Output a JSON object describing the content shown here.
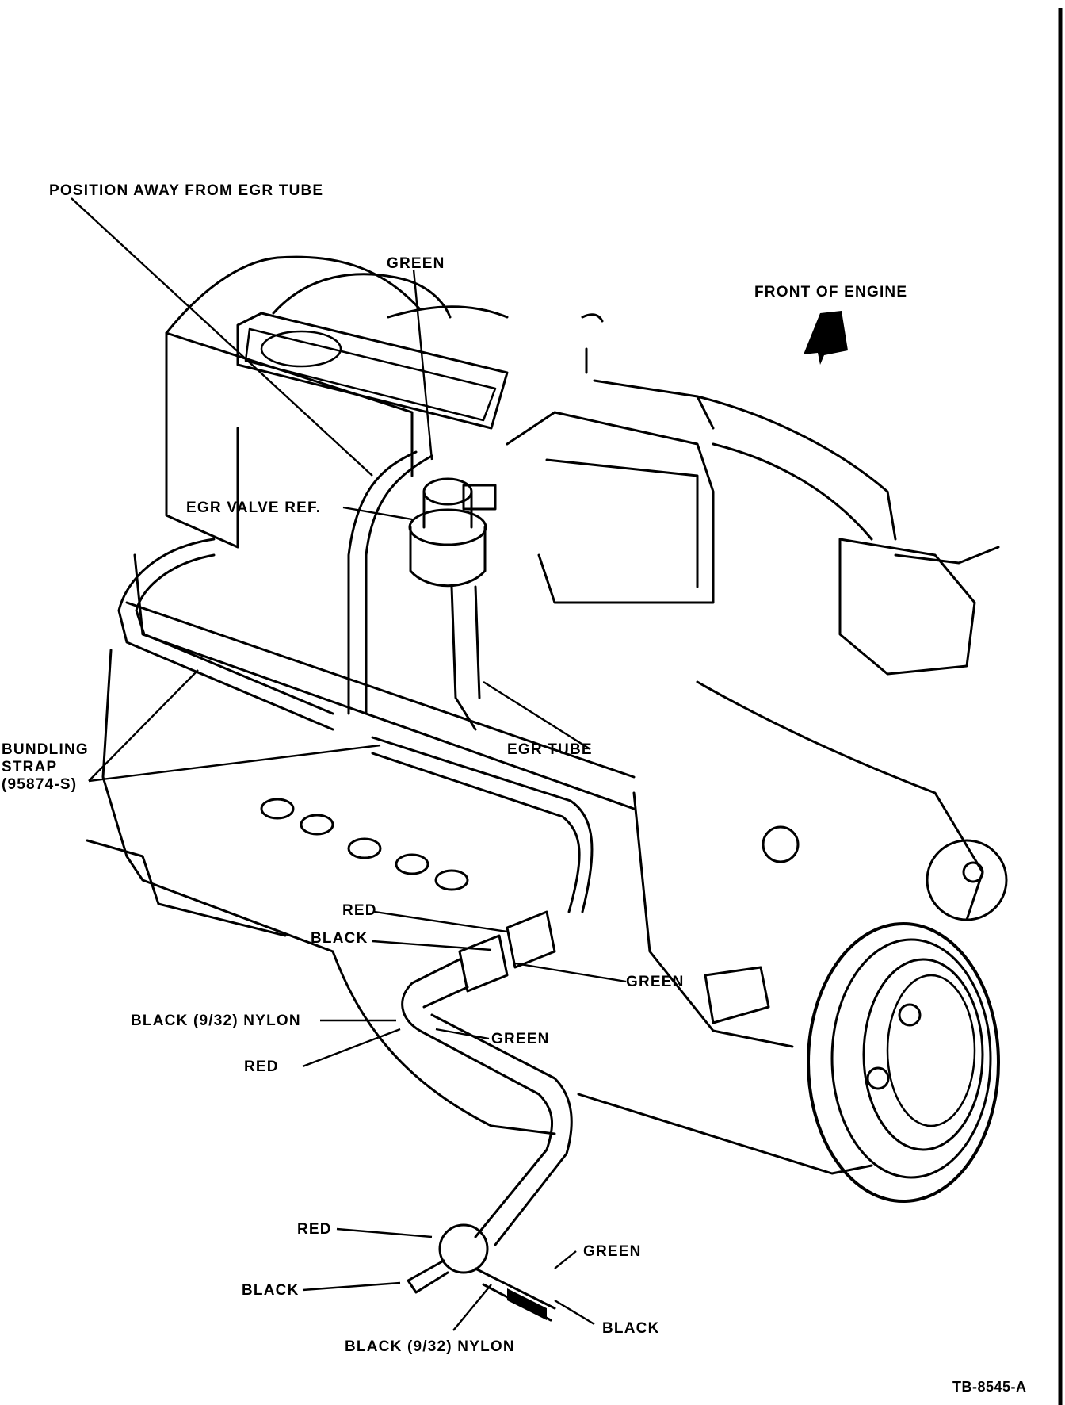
{
  "figure": {
    "id": "TB-8545-A",
    "orientation_label": "FRONT OF ENGINE",
    "subject": "engine vacuum hose routing (EGR)"
  },
  "labels": {
    "position_away": "POSITION AWAY FROM EGR TUBE",
    "green_top": "GREEN",
    "front_of_engine": "FRONT OF ENGINE",
    "egr_valve_ref": "EGR VALVE REF.",
    "bundling_strap": "BUNDLING\nSTRAP\n(95874-S)",
    "egr_tube": "EGR TUBE",
    "red_mid": "RED",
    "black_mid": "BLACK",
    "green_mid_right": "GREEN",
    "black_nylon_mid": "BLACK (9/32) NYLON",
    "green_mid": "GREEN",
    "red_lower": "RED",
    "red_bottom": "RED",
    "black_bottom_left": "BLACK",
    "green_bottom_right": "GREEN",
    "black_bottom_right": "BLACK",
    "black_nylon_bottom": "BLACK (9/32) NYLON",
    "figure_code": "TB-8545-A"
  },
  "icons": {
    "front_arrow": "solid-arrow-icon"
  }
}
